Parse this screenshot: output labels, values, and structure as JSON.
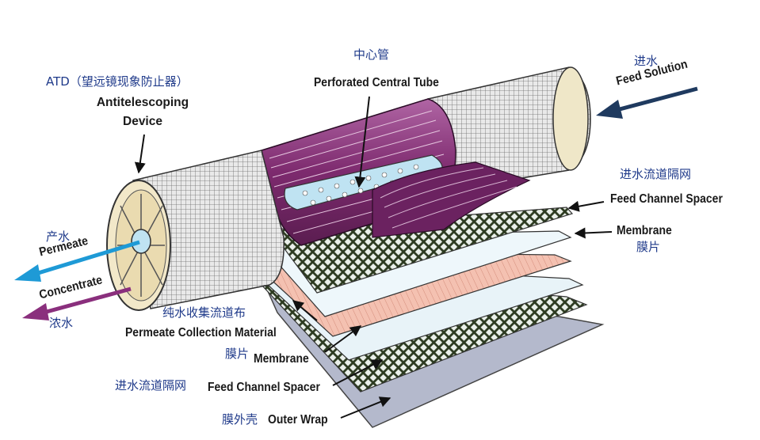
{
  "labels": {
    "atd_zh": "ATD（望远镜现象防止器）",
    "atd_en_1": "Antitelescoping",
    "atd_en_2": "Device",
    "tube_zh": "中心管",
    "tube_en": "Perforated Central Tube",
    "feed_zh": "进水",
    "feed_en": "Feed Solution",
    "spacer_top_zh": "进水流道隔网",
    "spacer_top_en": "Feed Channel Spacer",
    "membrane_top_en": "Membrane",
    "membrane_top_zh": "膜片",
    "permeate_zh": "产水",
    "permeate_en": "Permeate",
    "concentrate_en": "Concentrate",
    "concentrate_zh": "浓水",
    "collection_zh": "纯水收集流道布",
    "collection_en": "Permeate Collection Material",
    "membrane_bot_zh": "膜片",
    "membrane_bot_en": "Membrane",
    "spacer_bot_zh": "进水流道隔网",
    "spacer_bot_en": "Feed Channel Spacer",
    "wrap_zh": "膜外壳",
    "wrap_en": "Outer Wrap"
  },
  "colors": {
    "zh_text": "#1f3a8a",
    "permeate_arrow": "#1e9ad6",
    "concentrate_arrow": "#8a2f7d",
    "feed_arrow": "#1f3a5f",
    "membrane_tint": "#f2b8a8",
    "outer_wrap": "#b4b9cc",
    "purple_wrap": "#7d2a6e",
    "tube_blue": "#bfe3f2"
  }
}
